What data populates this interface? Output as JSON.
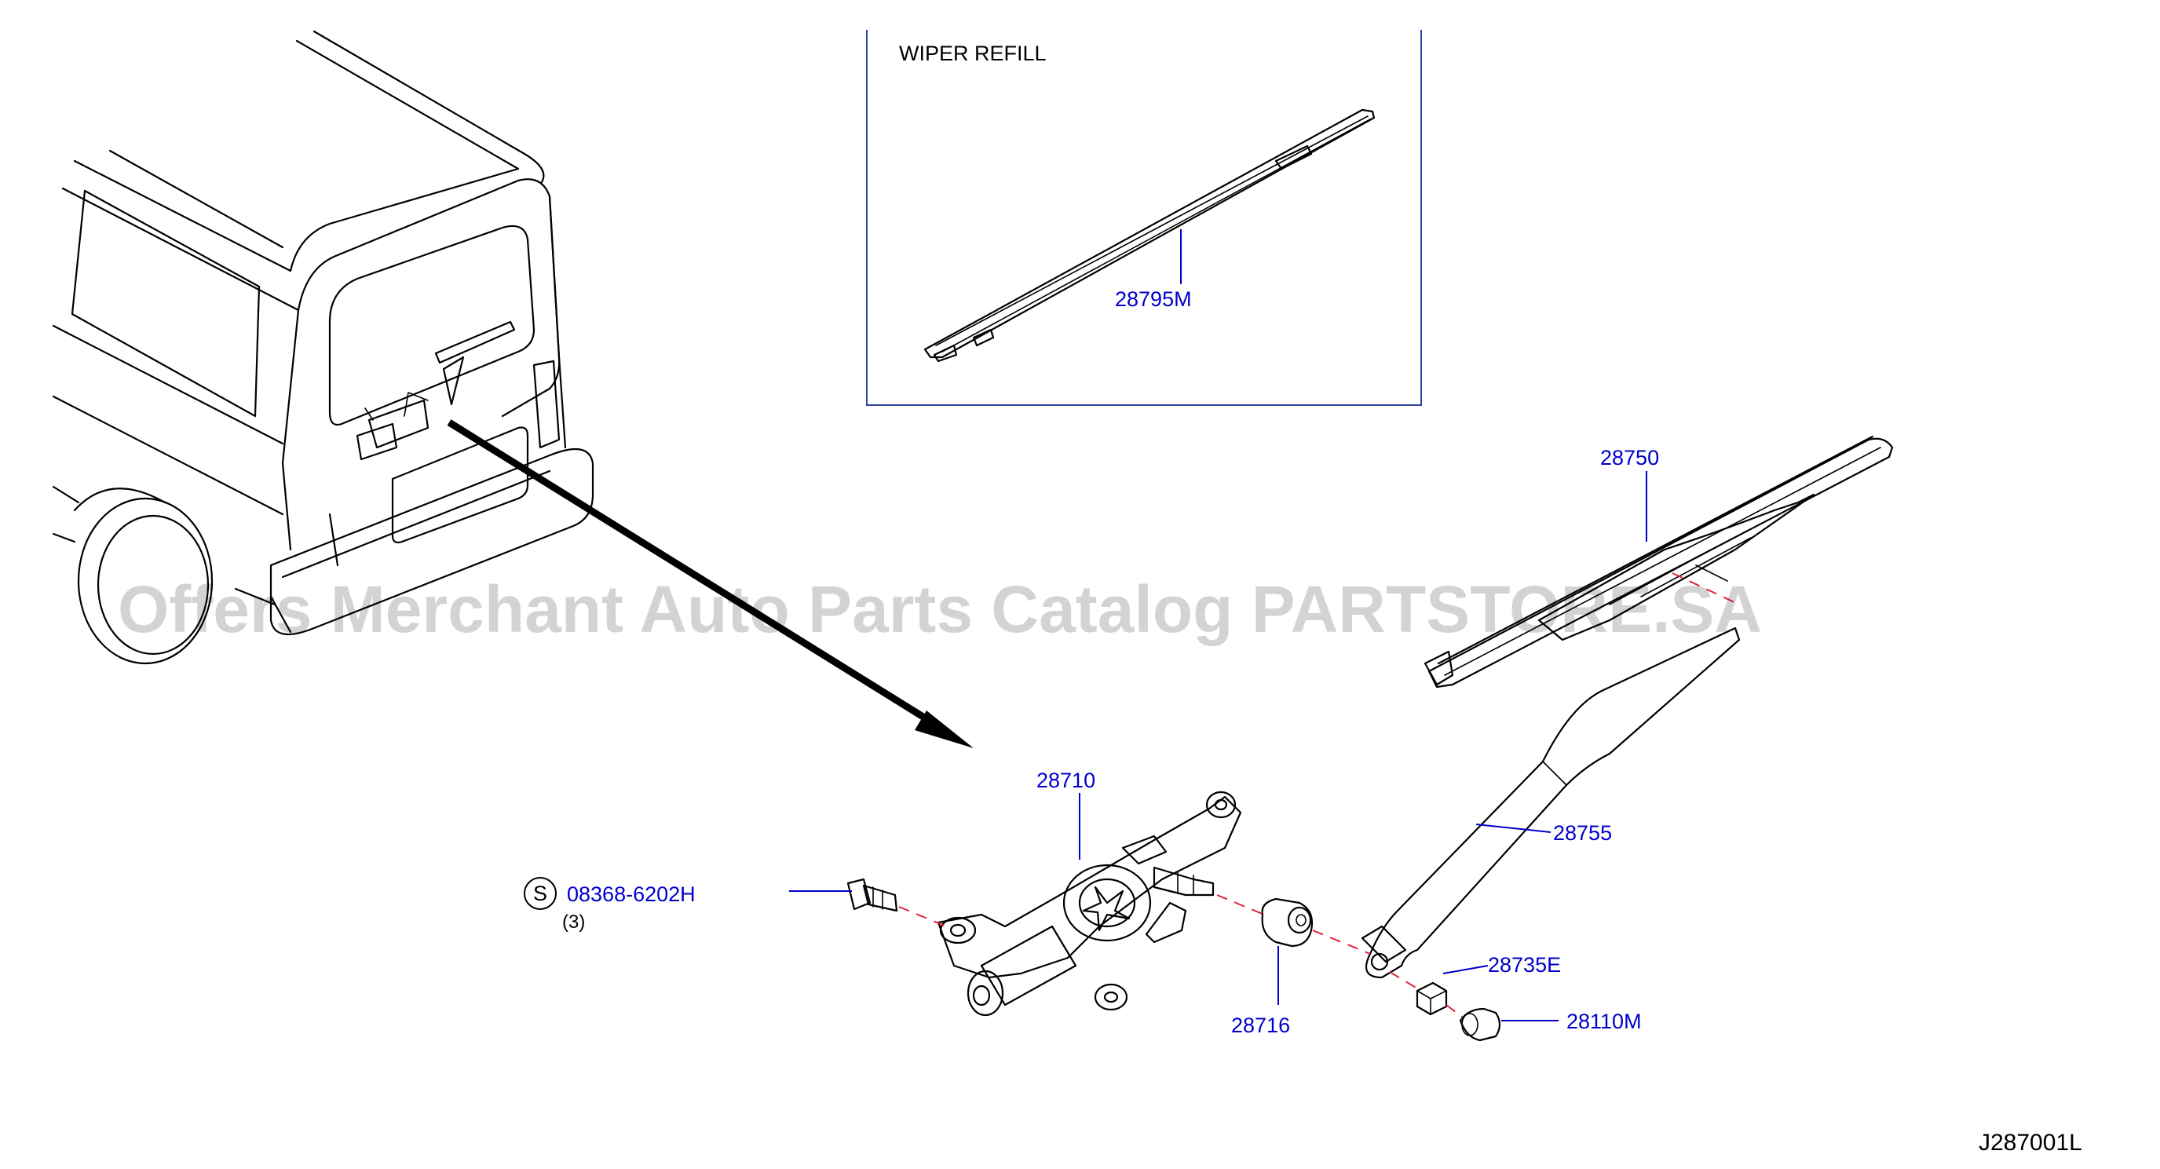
{
  "inset": {
    "title": "WIPER   REFILL",
    "part_number": "28795M"
  },
  "parts": {
    "blade": "28750",
    "arm": "28755",
    "motor": "28710",
    "bolt": "08368-6202H",
    "bolt_qty": "(3)",
    "bolt_symbol": "S",
    "grommet": "28716",
    "nut": "28735E",
    "cap": "28110M"
  },
  "diagram_code": "J287001L",
  "watermark": "Offers Merchant Auto Parts Catalog PARTSTORE.SA",
  "colors": {
    "part_label": "#0000cc",
    "axis_line": "#e0223a",
    "line_art": "#000000"
  }
}
